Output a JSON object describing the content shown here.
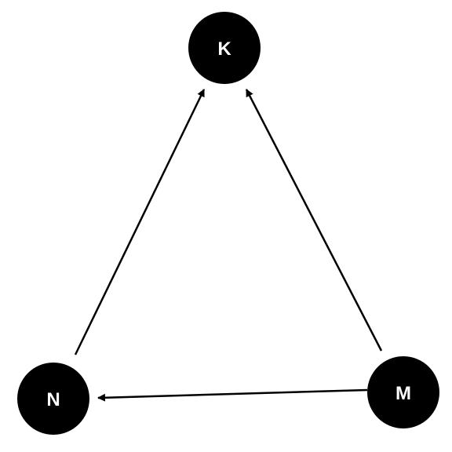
{
  "diagram": {
    "nodes": [
      {
        "id": "K",
        "label": "K"
      },
      {
        "id": "N",
        "label": "N"
      },
      {
        "id": "M",
        "label": "M"
      }
    ],
    "edges": [
      {
        "from": "N",
        "to": "K"
      },
      {
        "from": "M",
        "to": "K"
      },
      {
        "from": "M",
        "to": "N"
      }
    ],
    "colors": {
      "node_fill": "#000000",
      "node_text": "#ffffff",
      "edge": "#000000",
      "background": "#ffffff"
    }
  }
}
